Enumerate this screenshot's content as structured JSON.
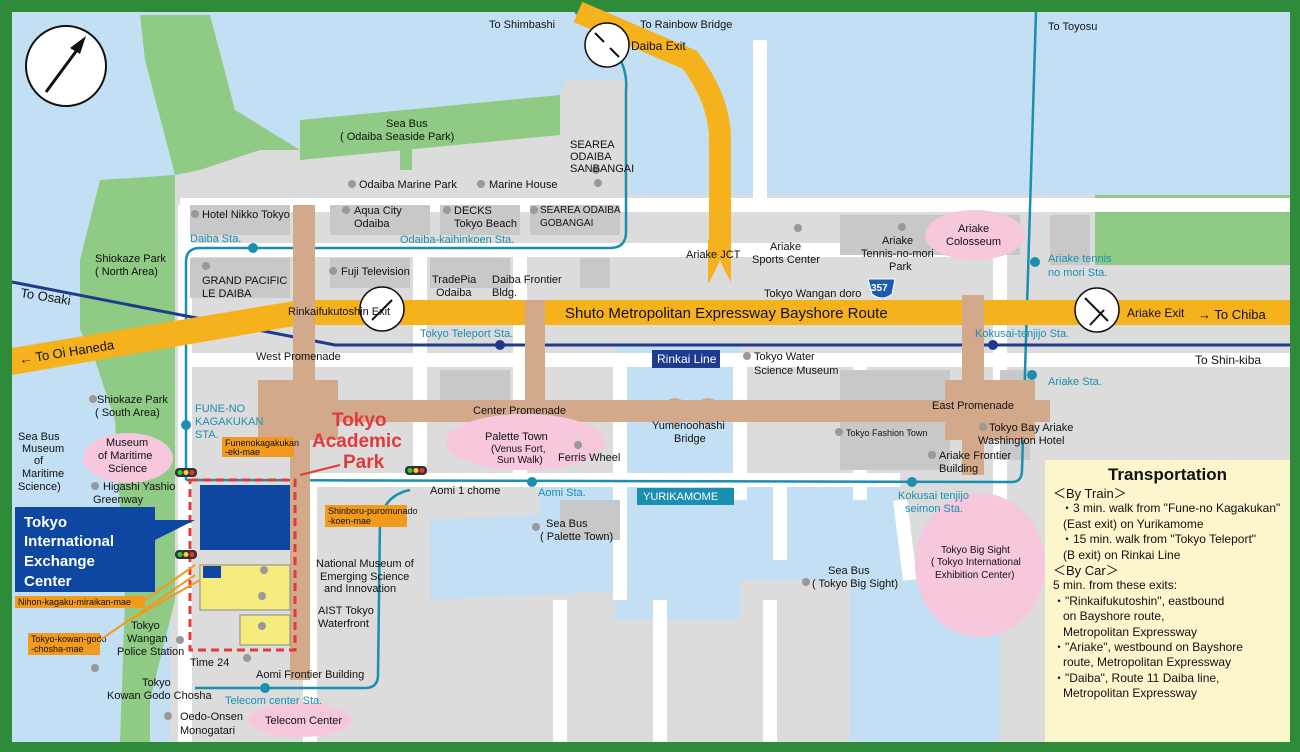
{
  "north_arrow": {
    "icon": "north-arrow-icon"
  },
  "roads": {
    "expressway": "Shuto Metropolitan Expressway Bayshore Route",
    "wangan": "Tokyo Wangan doro",
    "route_number": "357",
    "to_oi_haneda": "← To Oi Haneda",
    "to_chiba": "→ To Chiba",
    "to_shimbashi": "To Shimbashi",
    "to_rainbow_bridge": "To Rainbow Bridge",
    "to_toyosu": "To Toyosu",
    "to_osaki": "To Osaki",
    "to_shin_kiba": "To Shin-kiba"
  },
  "exits": {
    "daiba": "Daiba Exit",
    "rinkai": "Rinkaifukutoshin Exit",
    "ariake": "Ariake Exit",
    "ariake_jct": "Ariake JCT"
  },
  "lines": {
    "rinkai_line": "Rinkai Line",
    "yurikamome": "YURIKAMOME"
  },
  "stations": {
    "daiba": "Daiba Sta.",
    "odaiba_kaihinkoen": "Odaiba-kaihinkoen Sta.",
    "tokyo_teleport": "Tokyo Teleport Sta.",
    "kokusai_tenjijo": "Kokusai-tenjijo Sta.",
    "ariake_tennis_1": "Ariake tennis",
    "ariake_tennis_2": "no mori Sta.",
    "ariake": "Ariake Sta.",
    "fune_1": "FUNE-NO",
    "fune_2": "KAGAKUKAN",
    "fune_3": "STA.",
    "aomi": "Aomi Sta.",
    "kokusai_seimon_1": "Kokusai tenjijo",
    "kokusai_seimon_2": "seimon Sta.",
    "telecom": "Telecom center Sta."
  },
  "landmarks": {
    "sea_bus_1": "Sea Bus",
    "sea_bus_2": "( Odaiba Seaside Park)",
    "searea_1": "SEAREA",
    "searea_2": "ODAIBA",
    "searea_3": "SANBANGAI",
    "odaiba_marine_park": "Odaiba Marine Park",
    "marine_house": "Marine House",
    "hotel_nikko": "Hotel Nikko Tokyo",
    "aqua_city_1": "Aqua City",
    "aqua_city_2": "Odaiba",
    "decks_1": "DECKS",
    "decks_2": "Tokyo Beach",
    "searea_gob_1": "SEAREA ODAIBA",
    "searea_gob_2": "GOBANGAI",
    "grand_pacific_1": "GRAND PACIFIC",
    "grand_pacific_2": "LE DAIBA",
    "fuji_tv": "Fuji Television",
    "tradepia_1": "TradePia",
    "tradepia_2": "Odaiba",
    "daiba_frontier_1": "Daiba Frontier",
    "daiba_frontier_2": "Bldg.",
    "shiokaze_north_1": "Shiokaze Park",
    "shiokaze_north_2": "( North Area)",
    "ariake_sports_1": "Ariake",
    "ariake_sports_2": "Sports Center",
    "ariake_tennis_park_1": "Ariake",
    "ariake_tennis_park_2": "Tennis-no-mori",
    "ariake_tennis_park_3": "Park",
    "ariake_colosseum_1": "Ariake",
    "ariake_colosseum_2": "Colosseum",
    "west_promenade": "West Promenade",
    "center_promenade": "Center Promenade",
    "east_promenade": "East Promenade",
    "yumenoohashi_1": "Yumenoohashi",
    "yumenoohashi_2": "Bridge",
    "water_museum_1": "Tokyo Water",
    "water_museum_2": "Science Museum",
    "shiokaze_south_1": "Shiokaze Park",
    "shiokaze_south_2": "( South Area)",
    "sea_bus_museum_1": "Sea Bus",
    "sea_bus_museum_2": "Museum",
    "sea_bus_museum_3": "of",
    "sea_bus_museum_4": "Maritime",
    "sea_bus_museum_5": "Science)",
    "museum_maritime_1": "Museum",
    "museum_maritime_2": "of Maritime",
    "museum_maritime_3": "Science",
    "higashi_yashio_1": "Higashi Yashio",
    "higashi_yashio_2": "Greenway",
    "palette_town_1": "Palette Town",
    "palette_town_2": "(Venus Fort,",
    "palette_town_3": "Sun Walk)",
    "ferris_wheel": "Ferris Wheel",
    "fashion_town": "Tokyo Fashion Town",
    "ariake_frontier_1": "Ariake Frontier",
    "ariake_frontier_2": "Building",
    "washington_1": "Tokyo Bay Ariake",
    "washington_2": "Washington Hotel",
    "aomi_1chome": "Aomi 1 chome",
    "sea_bus_palette_1": "Sea Bus",
    "sea_bus_palette_2": "( Palette Town)",
    "national_museum_1": "National Museum of",
    "national_museum_2": "Emerging Science",
    "national_museum_3": "and Innovation",
    "aist_1": "AIST Tokyo",
    "aist_2": "Waterfront",
    "wangan_police_1": "Tokyo",
    "wangan_police_2": "Wangan",
    "wangan_police_3": "Police Station",
    "time24": "Time 24",
    "aomi_frontier": "Aomi Frontier Building",
    "kowan_godo_1": "Tokyo",
    "kowan_godo_2": "Kowan Godo Chosha",
    "oedo_onsen_1": "Oedo-Onsen",
    "oedo_onsen_2": "Monogatari",
    "telecom_center": "Telecom Center",
    "sea_bus_bigsight_1": "Sea Bus",
    "sea_bus_bigsight_2": "( Tokyo Big Sight)",
    "big_sight_1": "Tokyo Big Sight",
    "big_sight_2": "( Tokyo International",
    "big_sight_3": "Exhibition Center)"
  },
  "highlight": {
    "academic_park_1": "Tokyo",
    "academic_park_2": "Academic",
    "academic_park_3": "Park",
    "exchange_center_1": "Tokyo",
    "exchange_center_2": "International",
    "exchange_center_3": "Exchange",
    "exchange_center_4": "Center"
  },
  "bus_stops": {
    "funeno_1": "Funenokagakukan",
    "funeno_2": "-eki-mae",
    "shinboru_1": "Shinboru-puromunado",
    "shinboru_2": "-koen-mae",
    "nihon_kagaku": "Nihon-kagaku-miraikan-mae",
    "kowan_godo_1": "Tokyo-kowan-godo",
    "kowan_godo_2": "-chosha-mae"
  },
  "transportation": {
    "title": "Transportation",
    "by_train": "＜By Train＞",
    "train_1a": "・3 min. walk from \"Fune-no Kagakukan\"",
    "train_1b": "(East exit) on Yurikamome",
    "train_2a": "・15 min. walk from \"Tokyo Teleport\"",
    "train_2b": "(B exit) on Rinkai Line",
    "by_car": "＜By Car＞",
    "car_intro": "5 min. from these exits:",
    "car_1a": "・\"Rinkaifukutoshin\", eastbound",
    "car_1b": "on Bayshore route,",
    "car_1c": "Metropolitan Expressway",
    "car_2a": "・\"Ariake\", westbound on Bayshore",
    "car_2b": "route, Metropolitan Expressway",
    "car_3a": "・\"Daiba\", Route 11 Daiba line,",
    "car_3b": "Metropolitan Expressway"
  },
  "colors": {
    "frame": "#2e8b3a",
    "sea": "#c2dff3",
    "land": "#dcdcdc",
    "park": "#8fcb84",
    "expressway": "#f6b21c",
    "rail": "#1a8fb0",
    "rinkai": "#1f3c8c",
    "promenade": "#d3a98b",
    "highlight_red": "#e23a3a",
    "exchange_blue": "#0d47a1",
    "pink": "#f6c7dd",
    "bus_label": "#f29a1e"
  }
}
